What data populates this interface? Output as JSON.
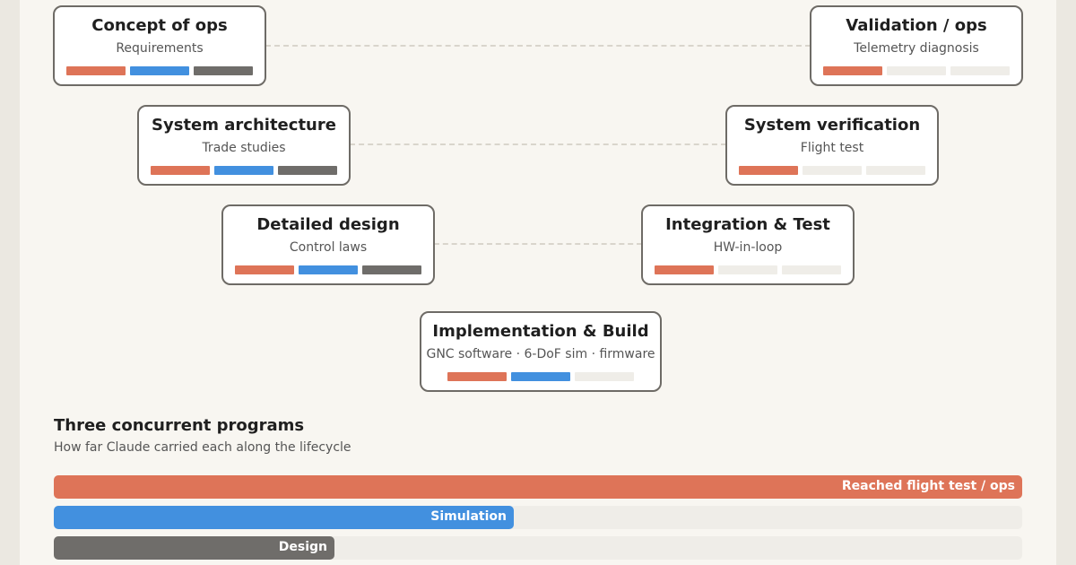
{
  "colors": {
    "requirements_phase": "#de7458",
    "simulation_phase": "#4290df",
    "design_phase": "#6f6d6a",
    "pending": "#efede8"
  },
  "stages": [
    {
      "id": "concept",
      "title": "Concept of ops",
      "subtitle": "Requirements",
      "segments": [
        "#de7458",
        "#4290df",
        "#6f6d6a"
      ]
    },
    {
      "id": "validation",
      "title": "Validation / ops",
      "subtitle": "Telemetry diagnosis",
      "segments": [
        "#de7458",
        "#efede8",
        "#efede8"
      ]
    },
    {
      "id": "architecture",
      "title": "System architecture",
      "subtitle": "Trade studies",
      "segments": [
        "#de7458",
        "#4290df",
        "#6f6d6a"
      ]
    },
    {
      "id": "verification",
      "title": "System verification",
      "subtitle": "Flight test",
      "segments": [
        "#de7458",
        "#efede8",
        "#efede8"
      ]
    },
    {
      "id": "detailed",
      "title": "Detailed design",
      "subtitle": "Control laws",
      "segments": [
        "#de7458",
        "#4290df",
        "#6f6d6a"
      ]
    },
    {
      "id": "integration",
      "title": "Integration & Test",
      "subtitle": "HW-in-loop",
      "segments": [
        "#de7458",
        "#efede8",
        "#efede8"
      ]
    },
    {
      "id": "implementation",
      "title": "Implementation & Build",
      "subtitle": "GNC software · 6-DoF sim · firmware",
      "segments": [
        "#de7458",
        "#4290df",
        "#efede8"
      ]
    }
  ],
  "programs": {
    "title": "Three concurrent programs",
    "subtitle": "How far Claude carried each along the lifecycle",
    "items": [
      {
        "label": "Reached flight test / ops",
        "progress": 1.0,
        "color": "#de7458"
      },
      {
        "label": "Simulation",
        "progress": 0.475,
        "color": "#4290df"
      },
      {
        "label": "Design",
        "progress": 0.29,
        "color": "#6f6d6a"
      }
    ]
  }
}
